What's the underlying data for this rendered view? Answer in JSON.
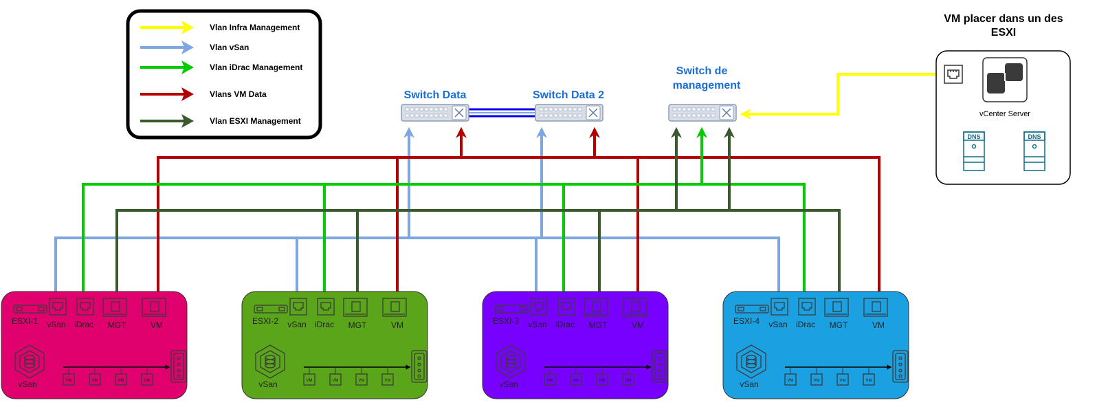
{
  "legend": {
    "items": [
      {
        "label": "Vlan Infra Management",
        "color": "#ffff00"
      },
      {
        "label": "Vlan vSan",
        "color": "#7ea6e0"
      },
      {
        "label": "Vlan iDrac Management",
        "color": "#00cc00"
      },
      {
        "label": "Vlans VM Data",
        "color": "#b20000"
      },
      {
        "label": "Vlan ESXI Management",
        "color": "#3a5a2e"
      }
    ]
  },
  "switches": {
    "data1": "Switch Data",
    "data2": "Switch Data 2",
    "mgmt_line1": "Switch de",
    "mgmt_line2": "management"
  },
  "vm_panel": {
    "title_line1": "VM placer dans un des",
    "title_line2": "ESXI",
    "vcenter_label": "vCenter Server",
    "dns_label": "DNS"
  },
  "hosts": [
    {
      "name": "ESXI-1",
      "color": "#e0006e"
    },
    {
      "name": "ESXI-2",
      "color": "#5aa51a"
    },
    {
      "name": "ESXI-3",
      "color": "#7700ff"
    },
    {
      "name": "ESXI-4",
      "color": "#1ba1e2"
    }
  ],
  "port_labels": {
    "vsan": "vSan",
    "idrac": "iDrac",
    "mgt": "MGT",
    "vm": "VM"
  },
  "storage_label": "vSan",
  "vm_icon_label": "VM",
  "colors": {
    "infra": "#ffff00",
    "vsan": "#7ea6e0",
    "idrac": "#00cc00",
    "vmdata": "#b20000",
    "esxi": "#3a5a2e",
    "switch_title": "#1a6fd6",
    "trunk": "#0000ee"
  }
}
